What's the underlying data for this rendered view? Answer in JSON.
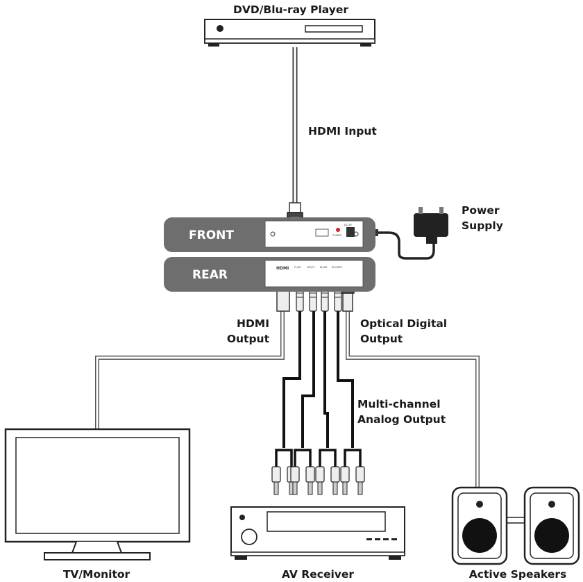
{
  "devices": {
    "player": "DVD/Blu-ray Player",
    "power": [
      "Power",
      "Supply"
    ],
    "tv": "TV/Monitor",
    "receiver": "AV Receiver",
    "speakers": "Active Speakers"
  },
  "panels": {
    "front": "FRONT",
    "rear": "REAR"
  },
  "connections": {
    "hdmi_input": "HDMI Input",
    "hdmi_output": [
      "HDMI",
      "Output"
    ],
    "optical_output": [
      "Optical Digital",
      "Output"
    ],
    "analog_output": [
      "Multi-channel",
      "Analog Output"
    ]
  },
  "device_markings": {
    "hdmi_logo": "HDMI",
    "rear_ports": [
      "FL/FR",
      "LFE/FC",
      "RL/RR",
      "RLC/RRC"
    ],
    "power_port": "DC 5V",
    "power_led": "POWER"
  }
}
